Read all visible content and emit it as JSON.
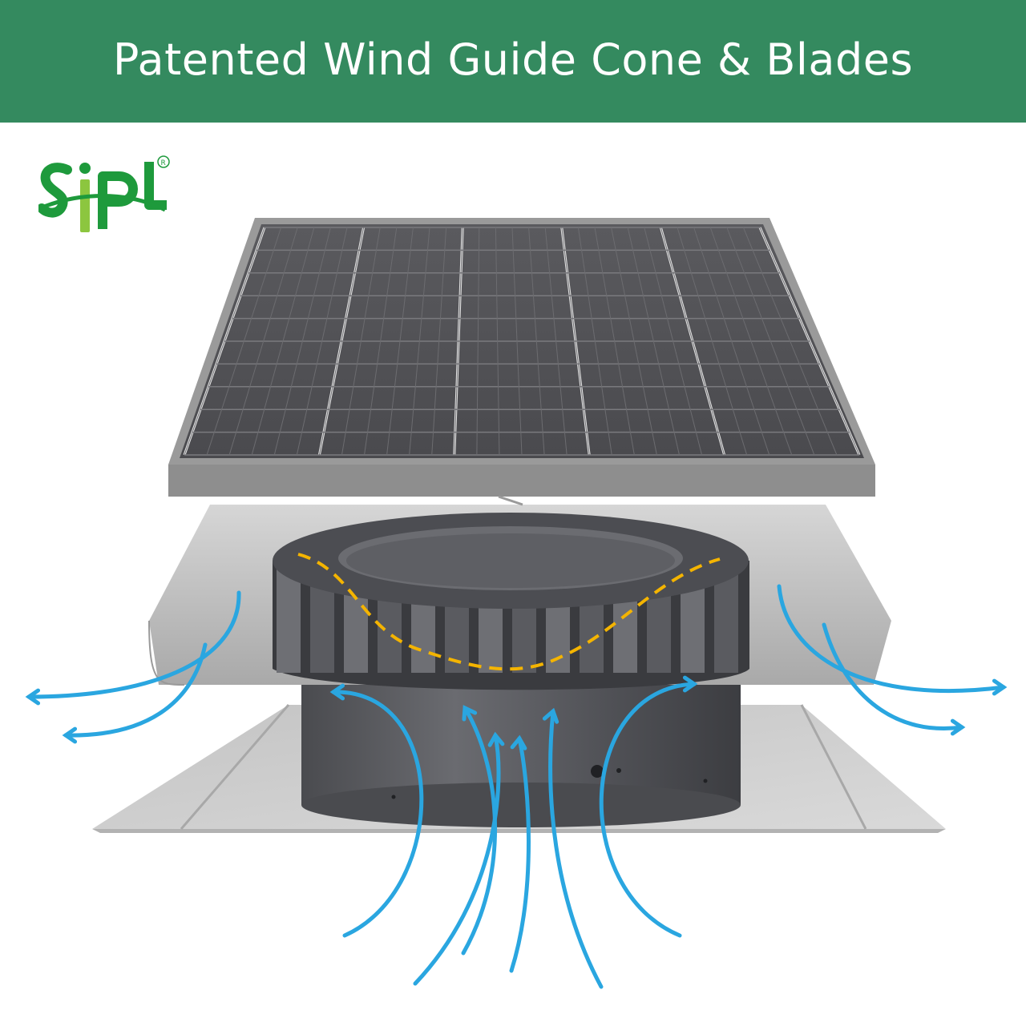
{
  "banner": {
    "title": "Patented Wind Guide Cone & Blades"
  },
  "logo": {
    "text": "SiPL",
    "mark": "®"
  },
  "colors": {
    "banner": "#348a5f",
    "logo_green": "#1e9a3c",
    "logo_lime": "#8cc63f",
    "airflow": "#2aa6e0",
    "guide_line": "#f4b400",
    "panel_frame": "#8e8e8e",
    "panel_cell": "#4e4e52",
    "hood": "#bdbdbd",
    "fan_body": "#3a3b3f",
    "flashing": "#c7c7c7"
  },
  "icons": {
    "solar_panel": "solar-panel-illustration",
    "fan": "fan-blades-illustration",
    "airflow": "airflow-arrow-icon"
  }
}
